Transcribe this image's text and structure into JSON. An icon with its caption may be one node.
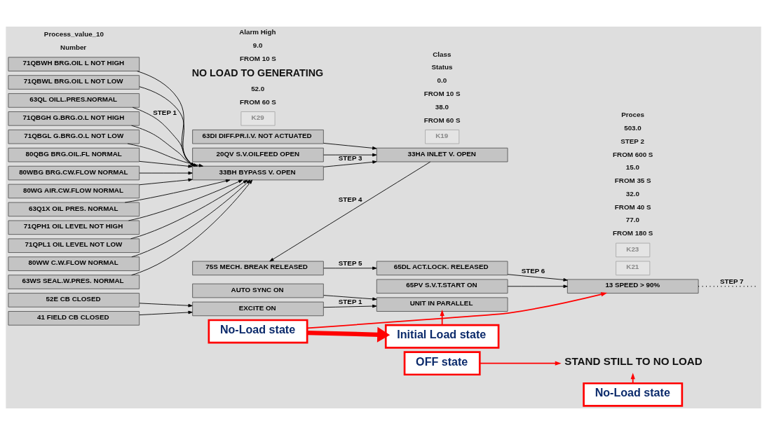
{
  "diagram": {
    "nodes": [
      {
        "text": [
          "OFF state"
        ]
      },
      {
        "text": [
          "STAND STILL TO NO LOAD"
        ]
      },
      {
        "text": [
          "No-Load state"
        ]
      },
      {
        "text": [
          "63QL OILL.PRES.NORMAL"
        ]
      },
      {
        "text": [
          "71QBGH G.BRG.O.L NOT HIGH"
        ]
      },
      {
        "text": [
          "71QBGL G.BRG.O.L NOT LOW"
        ]
      },
      {
        "text": [
          "80QBG BRG.OIL.FL NORMAL"
        ]
      },
      {
        "text": [
          "80WBG BRG.CW.FLOW NORMAL"
        ]
      },
      {
        "text": [
          "80WG AIR.CW.FLOW NORMAL"
        ]
      },
      {
        "text": [
          "63Q1X OIL PRES. NORMAL"
        ]
      },
      {
        "text": [
          "71QPH1 OIL LEVEL NOT HIGH"
        ]
      },
      {
        "text": [
          "71QPL1 OIL LEVEL NOT LOW"
        ]
      },
      {
        "text": [
          "80WW C.W.FLOW NORMAL"
        ]
      },
      {
        "text": [
          "63WS SEAL.W.PRES. NORMAL"
        ]
      },
      {
        "text": [
          "71QBWH BRG.OIL L NOT HIGH"
        ]
      },
      {
        "text": [
          "71QBWL BRG.OIL L NOT LOW"
        ]
      },
      {
        "text": [
          "K29"
        ]
      },
      {
        "text": [
          "33BH BYPASS V. OPEN"
        ]
      },
      {
        "text": [
          "63DI DIFF.PR.I.V. NOT ACTUATED"
        ]
      },
      {
        "text": [
          "20QV S.V.OILFEED OPEN"
        ]
      },
      {
        "text": [
          "K19"
        ]
      },
      {
        "text": [
          "33HA INLET V. OPEN"
        ]
      },
      {
        "text": [
          "K21"
        ]
      },
      {
        "text": [
          "75S MECH. BREAK RELEASED"
        ]
      },
      {
        "text": [
          "65DL ACT.LOCK. RELEASED"
        ]
      },
      {
        "text": [
          "65PV S.V.T.START ON"
        ]
      },
      {
        "text": [
          "K23"
        ]
      },
      {
        "text": [
          "13 SPEED > 90%"
        ]
      },
      {
        "text": [
          "No-Load state"
        ]
      },
      {
        "text": [
          "Initial Load state"
        ]
      },
      {
        "text": [
          "41 FIELD CB CLOSED"
        ]
      },
      {
        "text": [
          "52E CB CLOSED"
        ]
      },
      {
        "text": [
          "EXCITE ON"
        ]
      },
      {
        "text": [
          "AUTO SYNC ON"
        ]
      },
      {
        "text": [
          "UNIT IN PARALLEL"
        ]
      }
    ],
    "edges": [
      {
        "from": 0,
        "to": 1,
        "arrow": "to",
        "color": "#ff0000"
      },
      {
        "from": 2,
        "to": 1,
        "arrow": "to",
        "color": "#ff0000"
      },
      {
        "from": 3,
        "to": 17,
        "arrow": "to",
        "label": "STEP 1"
      },
      {
        "from": 4,
        "to": 17,
        "arrow": "to"
      },
      {
        "from": 5,
        "to": 17,
        "arrow": "to"
      },
      {
        "from": 6,
        "to": 17,
        "arrow": "to"
      },
      {
        "from": 7,
        "to": 17,
        "arrow": "to"
      },
      {
        "from": 8,
        "to": 17,
        "arrow": "to"
      },
      {
        "from": 9,
        "to": 17,
        "arrow": "to"
      },
      {
        "from": 10,
        "to": 17,
        "arrow": "to"
      },
      {
        "from": 11,
        "to": 17,
        "arrow": "to"
      },
      {
        "from": 12,
        "to": 17,
        "arrow": "to"
      },
      {
        "from": 13,
        "to": 17,
        "arrow": "to"
      },
      {
        "from": 14,
        "to": 17,
        "arrow": "to"
      },
      {
        "from": 15,
        "to": 17,
        "arrow": "to"
      },
      {
        "from": 17,
        "to": 21,
        "arrow": "to",
        "label": "STEP 3"
      },
      {
        "from": 18,
        "to": 21,
        "arrow": "to"
      },
      {
        "from": 19,
        "to": 21,
        "arrow": "to"
      },
      {
        "from": 21,
        "to": 23,
        "arrow": "to",
        "label": "STEP 4"
      },
      {
        "from": 23,
        "to": 24,
        "arrow": "to",
        "label": "STEP 5"
      },
      {
        "from": 24,
        "to": 27,
        "arrow": "to",
        "label": "STEP 6"
      },
      {
        "from": 25,
        "to": 27,
        "arrow": "to"
      },
      {
        "from": 27,
        "to": null,
        "arrow": "none",
        "label": "STEP 7",
        "style": "dashed"
      },
      {
        "from": 28,
        "to": 27,
        "arrow": "to",
        "color": "#ff0000"
      },
      {
        "from": 28,
        "to": 29,
        "arrow": "to",
        "style": "thick",
        "color": "#ff0000"
      },
      {
        "from": 29,
        "to": 34,
        "arrow": "to",
        "color": "#ff0000"
      },
      {
        "from": 30,
        "to": 32,
        "arrow": "to"
      },
      {
        "from": 31,
        "to": 32,
        "arrow": "to"
      },
      {
        "from": 32,
        "to": 34,
        "arrow": "to",
        "label": "STEP 1"
      },
      {
        "from": 33,
        "to": 34,
        "arrow": "to"
      }
    ],
    "labels": [
      "FROM 60 S",
      "52.0",
      "FROM 60 S",
      "38.0",
      "FROM 180 S",
      "77.0",
      "FROM 10 S",
      "0.0",
      "FROM 40 S",
      "32.0",
      "FROM 35 S",
      "15.0",
      "NO LOAD TO GENERATING",
      "FROM 10 S",
      "9.0",
      "FROM 600 S",
      "STEP 2",
      "503.0",
      "Number",
      "Process_value_10",
      "Alarm High",
      "Status",
      "Class",
      "Proces"
    ]
  }
}
